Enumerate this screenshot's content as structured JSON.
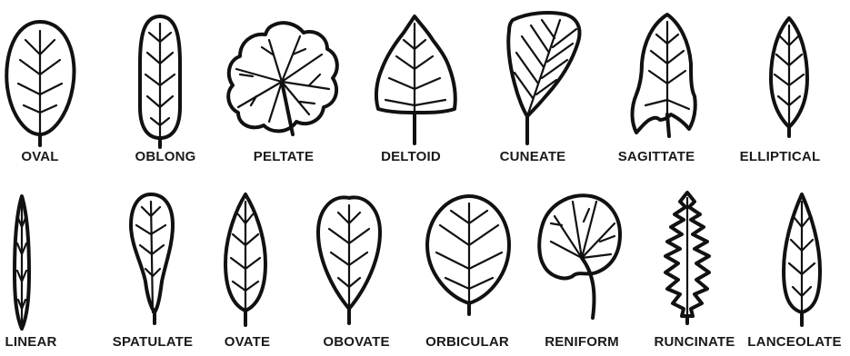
{
  "leaf_shapes": {
    "row1": [
      "OVAL",
      "OBLONG",
      "PELTATE",
      "DELTOID",
      "CUNEATE",
      "SAGITTATE",
      "ELLIPTICAL"
    ],
    "row2": [
      "LINEAR",
      "SPATULATE",
      "OVATE",
      "OBOVATE",
      "ORBICULAR",
      "RENIFORM",
      "RUNCINATE",
      "LANCEOLATE"
    ]
  },
  "colors": {
    "ink": "#111111",
    "background": "#ffffff",
    "text": "#1a1a1a"
  }
}
